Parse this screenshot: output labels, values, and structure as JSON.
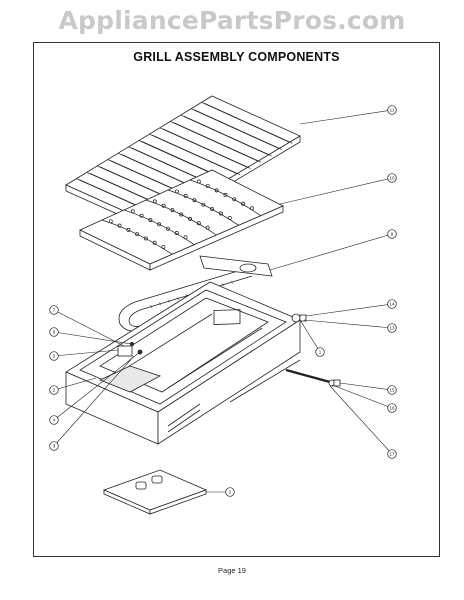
{
  "watermark": "AppliancePartsPros.com",
  "title": "GRILL ASSEMBLY COMPONENTS",
  "page_label": "Page 19",
  "callouts": [
    {
      "id": "grate",
      "label": "11"
    },
    {
      "id": "briquette-tray",
      "label": "10"
    },
    {
      "id": "burner",
      "label": "9"
    },
    {
      "id": "right-fitting-upper",
      "label": "14"
    },
    {
      "id": "right-fitting-mid",
      "label": "13"
    },
    {
      "id": "right-center",
      "label": "1"
    },
    {
      "id": "left-7",
      "label": "7"
    },
    {
      "id": "left-6",
      "label": "6"
    },
    {
      "id": "left-5",
      "label": "5"
    },
    {
      "id": "left-2",
      "label": "2"
    },
    {
      "id": "left-4",
      "label": "4"
    },
    {
      "id": "left-3",
      "label": "3"
    },
    {
      "id": "valve-15",
      "label": "15"
    },
    {
      "id": "valve-16",
      "label": "16"
    },
    {
      "id": "valve-17",
      "label": "17"
    },
    {
      "id": "drip-pan",
      "label": "2"
    }
  ]
}
